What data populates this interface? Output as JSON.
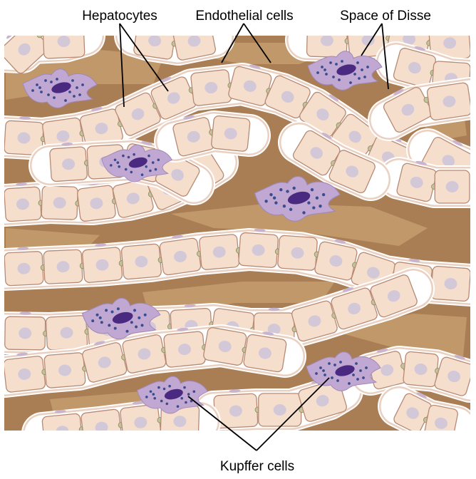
{
  "labels": {
    "hepatocytes": "Hepatocytes",
    "endothelial_cells": "Endothelial cells",
    "space_of_disse": "Space of Disse",
    "kupffer_cells": "Kupffer cells"
  },
  "colors": {
    "hepatocyte_fill": "#f5dfcc",
    "hepatocyte_border": "#b68a75",
    "nucleus": "#d3c8d8",
    "gap_junction": "#c4c29a",
    "sinusoid": "#a97e55",
    "sinusoid_highlight": "#c69c6d",
    "disse_space": "#ffffff",
    "endothelium": "#e9cdbd",
    "endothelial_nucleus": "#c9b4cf",
    "kupffer_cytoplasm": "#c1a8d2",
    "kupffer_nucleus": "#4a2a80",
    "kupffer_granules": "#3a4c8e"
  }
}
